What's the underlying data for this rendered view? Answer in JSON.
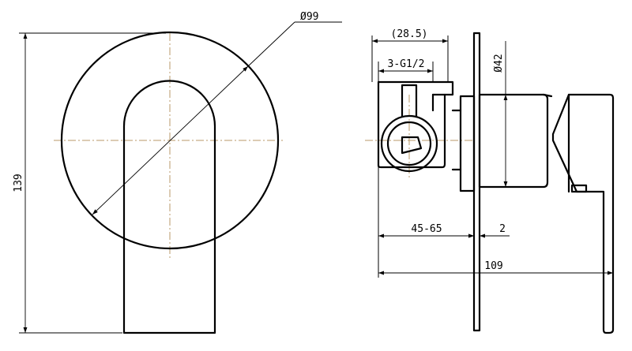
{
  "dimensions": {
    "front_diameter": "Ø99",
    "front_height": "139",
    "inlet_spacing": "(28.5)",
    "inlet_thread": "3-G1/2",
    "cap_diameter": "Ø42",
    "wall_depth": "45-65",
    "plate_thickness": "2",
    "overall_depth": "109"
  },
  "colors": {
    "outline": "#000000",
    "centerline": "#b89a6a",
    "background": "#ffffff"
  }
}
